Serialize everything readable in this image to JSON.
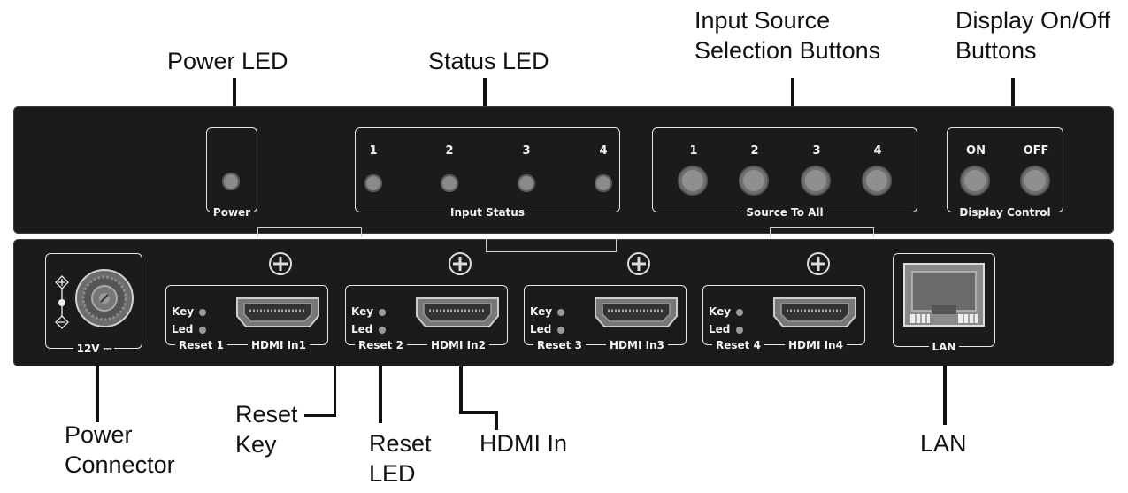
{
  "callouts": {
    "power_led": "Power LED",
    "status_led": "Status LED",
    "input_source_line1": "Input Source",
    "input_source_line2": "Selection Buttons",
    "display_onoff_line1": "Display On/Off",
    "display_onoff_line2": "Buttons",
    "power_connector_line1": "Power",
    "power_connector_line2": "Connector",
    "reset_key_line1": "Reset",
    "reset_key_line2": "Key",
    "reset_led_line1": "Reset",
    "reset_led_line2": "LED",
    "hdmi_in": "HDMI In",
    "lan": "LAN"
  },
  "front_panel": {
    "power_label": "Power",
    "input_status_label": "Input Status",
    "input_status_numbers": [
      "1",
      "2",
      "3",
      "4"
    ],
    "source_to_all_label": "Source To All",
    "source_numbers": [
      "1",
      "2",
      "3",
      "4"
    ],
    "display_control_label": "Display Control",
    "on_label": "ON",
    "off_label": "OFF"
  },
  "rear_panel": {
    "power_label": "12V",
    "ports": [
      {
        "key": "Key",
        "led": "Led",
        "reset": "Reset 1",
        "hdmi": "HDMI In1"
      },
      {
        "key": "Key",
        "led": "Led",
        "reset": "Reset 2",
        "hdmi": "HDMI In2"
      },
      {
        "key": "Key",
        "led": "Led",
        "reset": "Reset 3",
        "hdmi": "HDMI In3"
      },
      {
        "key": "Key",
        "led": "Led",
        "reset": "Reset 4",
        "hdmi": "HDMI In4"
      }
    ],
    "lan_label": "LAN"
  }
}
